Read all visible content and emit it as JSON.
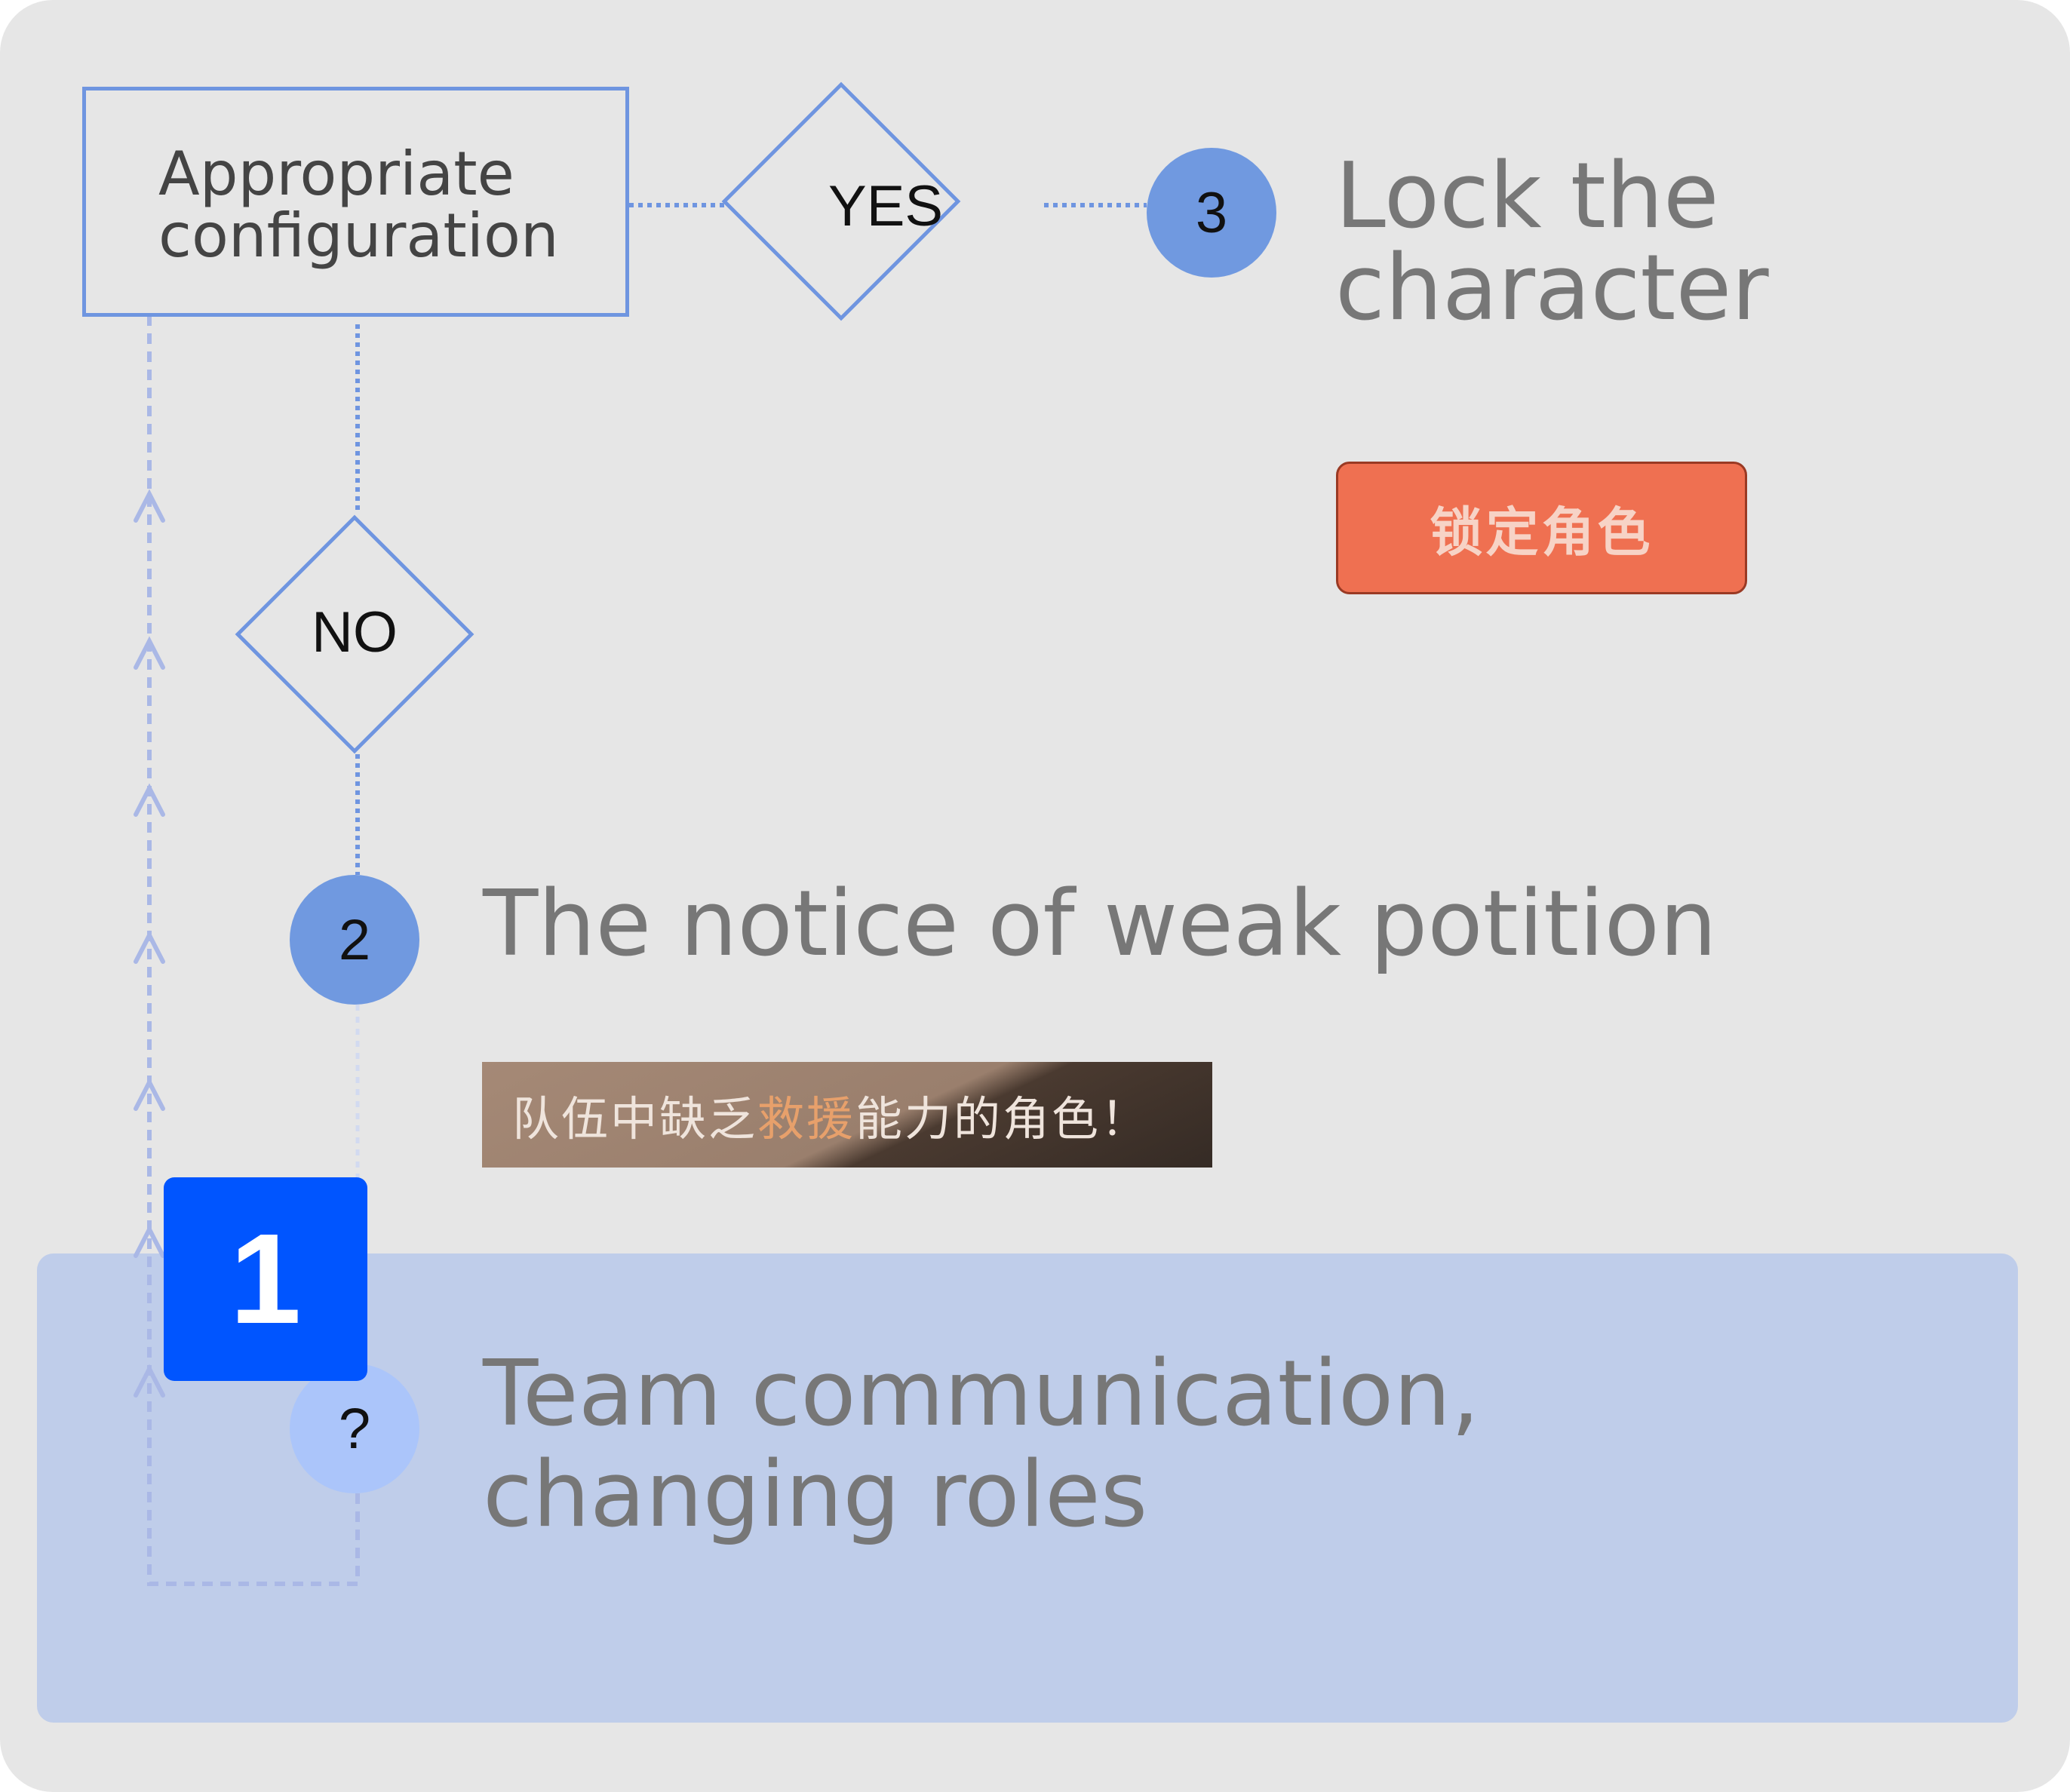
{
  "nodes": {
    "config": {
      "text": "Appropriate\nconfiguration"
    },
    "yes": {
      "label": "YES"
    },
    "no": {
      "label": "NO"
    },
    "step3": {
      "number": "3",
      "title": "Lock the\ncharacter"
    },
    "step2": {
      "number": "2",
      "title": "The notice of weak potition"
    },
    "step1": {
      "number": "?",
      "title": "Team communication,\nchanging roles"
    }
  },
  "lock_button": {
    "label": "锁定角色"
  },
  "notice": {
    "pre": "队伍中缺乏",
    "highlight": "救援",
    "post": "能力的角色！"
  },
  "badge": {
    "number": "1"
  },
  "colors": {
    "accent": "#6f95e0",
    "circle": "#7099e0",
    "circle_light": "#abc5fa",
    "highlight_panel": "#bfcdea",
    "badge": "#0055ff",
    "lock_button": "#ef7051"
  }
}
